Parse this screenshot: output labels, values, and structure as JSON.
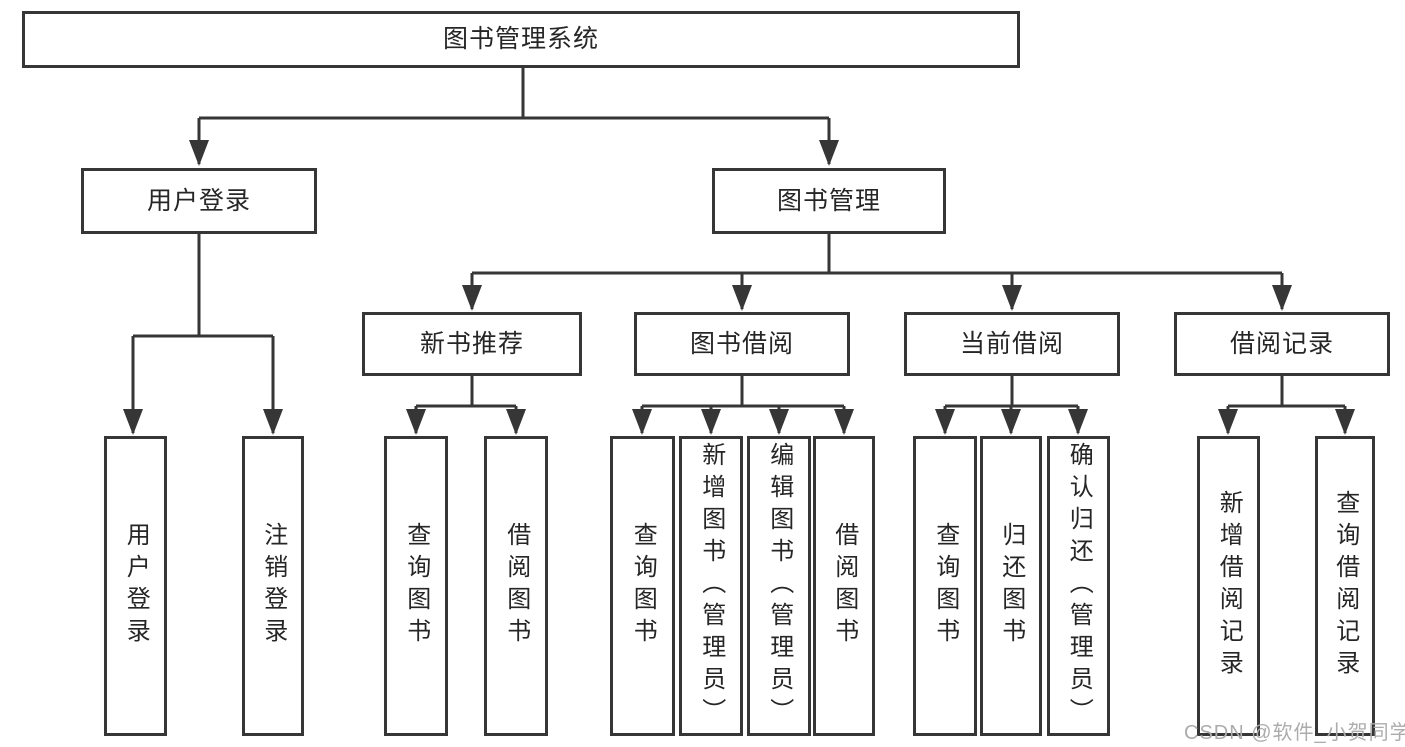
{
  "tree": {
    "root": {
      "label": "图书管理系统",
      "children": [
        {
          "label": "用户登录",
          "children": [
            {
              "label": "用户登录"
            },
            {
              "label": "注销登录"
            }
          ]
        },
        {
          "label": "图书管理",
          "children": [
            {
              "label": "新书推荐",
              "children": [
                {
                  "label": "查询图书"
                },
                {
                  "label": "借阅图书"
                }
              ]
            },
            {
              "label": "图书借阅",
              "children": [
                {
                  "label": "查询图书"
                },
                {
                  "label": "新增图书（管理员）"
                },
                {
                  "label": "编辑图书（管理员）"
                },
                {
                  "label": "借阅图书"
                }
              ]
            },
            {
              "label": "当前借阅",
              "children": [
                {
                  "label": "查询图书"
                },
                {
                  "label": "归还图书"
                },
                {
                  "label": "确认归还（管理员）"
                }
              ]
            },
            {
              "label": "借阅记录",
              "children": [
                {
                  "label": "新增借阅记录"
                },
                {
                  "label": "查询借阅记录"
                }
              ]
            }
          ]
        }
      ]
    }
  },
  "watermark": "CSDN @软件_小贺同学",
  "colors": {
    "line": "#363636",
    "text": "#262626",
    "watermark": "#acacac",
    "background": "#ffffff"
  }
}
